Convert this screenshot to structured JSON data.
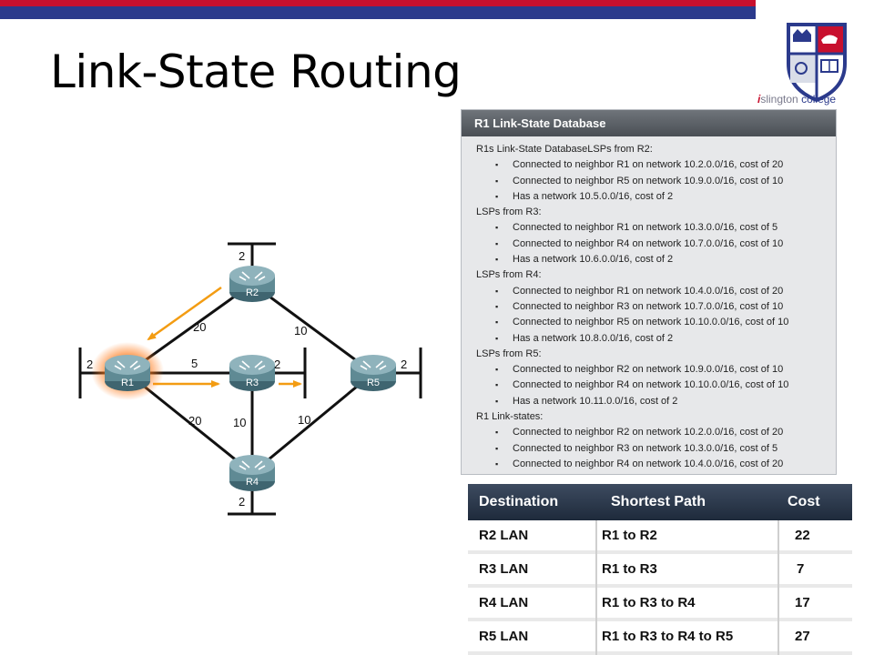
{
  "slide": {
    "title": "Link-State Routing",
    "logo": {
      "initial": "i",
      "name": "slington",
      "suffix": "college"
    }
  },
  "topology": {
    "routers": [
      "R1",
      "R2",
      "R3",
      "R4",
      "R5"
    ],
    "lan_costs": {
      "R1": "2",
      "R2": "2",
      "R3": "2",
      "R4": "2",
      "R5": "2"
    },
    "link_costs": {
      "r1_r2": "20",
      "r1_r3": "5",
      "r1_r4": "20",
      "r2_r5": "10",
      "r3_r4": "10",
      "r4_r5": "10"
    }
  },
  "lsdb": {
    "title": "R1 Link-State Database",
    "groups": [
      {
        "heading": "R1s Link-State DatabaseLSPs from R2:",
        "items": [
          "Connected to neighbor R1 on network 10.2.0.0/16, cost of 20",
          "Connected to neighbor R5 on network 10.9.0.0/16, cost of 10",
          "Has a network 10.5.0.0/16, cost of 2"
        ]
      },
      {
        "heading": "LSPs from R3:",
        "items": [
          "Connected to neighbor R1 on network 10.3.0.0/16, cost of 5",
          "Connected to neighbor R4 on network 10.7.0.0/16, cost of 10",
          "Has a network 10.6.0.0/16, cost of 2"
        ]
      },
      {
        "heading": "LSPs from R4:",
        "items": [
          "Connected to neighbor R1 on network 10.4.0.0/16, cost of 20",
          " Connected to neighbor R3 on network 10.7.0.0/16, cost of 10",
          "Connected to neighbor R5 on network 10.10.0.0/16, cost of 10",
          " Has a network 10.8.0.0/16, cost of 2"
        ]
      },
      {
        "heading": "LSPs from R5:",
        "items": [
          "Connected to neighbor R2 on network 10.9.0.0/16, cost of 10",
          "Connected to neighbor R4 on network 10.10.0.0/16, cost of 10",
          "Has a network 10.11.0.0/16, cost of 2"
        ]
      },
      {
        "heading": "R1 Link-states:",
        "items": [
          "Connected to neighbor R2 on network 10.2.0.0/16, cost of 20",
          "Connected to neighbor R3 on network 10.3.0.0/16, cost of 5",
          "Connected to neighbor R4 on network 10.4.0.0/16, cost of 20"
        ]
      }
    ]
  },
  "spf_table": {
    "headers": {
      "destination": "Destination",
      "path": "Shortest Path",
      "cost": "Cost"
    },
    "rows": [
      {
        "destination": "R2 LAN",
        "path": "R1 to R2",
        "cost": "22"
      },
      {
        "destination": "R3 LAN",
        "path": "R1 to R3",
        "cost": "7"
      },
      {
        "destination": "R4 LAN",
        "path": "R1 to R3 to R4",
        "cost": "17"
      },
      {
        "destination": "R5 LAN",
        "path": "R1 to R3 to R4 to R5",
        "cost": "27"
      }
    ]
  },
  "colors": {
    "accent_red": "#c8102e",
    "accent_blue": "#2b3a8c",
    "arrow_orange": "#f39c12",
    "router_teal": "#5f8a94"
  }
}
